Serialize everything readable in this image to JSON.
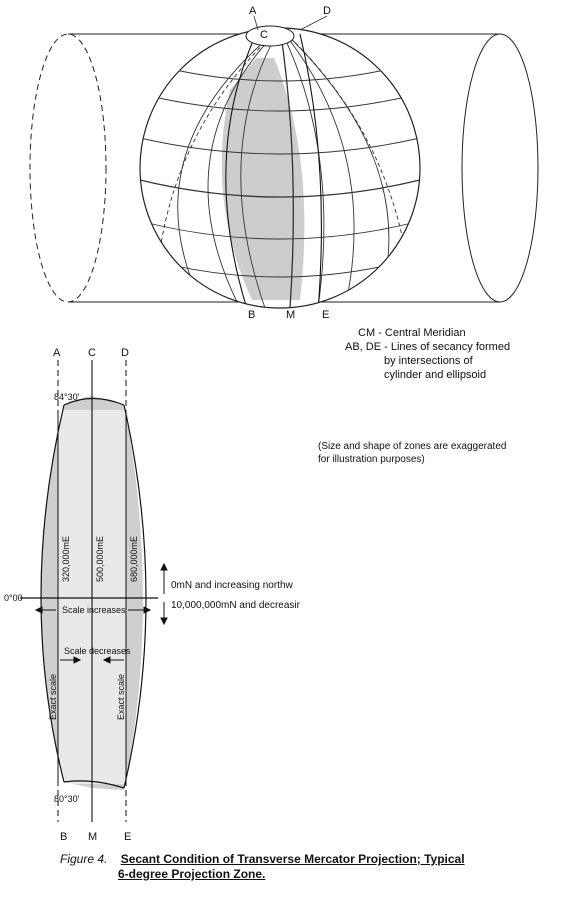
{
  "globe": {
    "labels": {
      "a": "A",
      "d": "D",
      "c": "C",
      "b": "B",
      "m": "M",
      "e": "E"
    }
  },
  "legend": {
    "cm": "CM - Central Meridian",
    "ab_de_line1": "AB, DE - Lines of secancy formed",
    "ab_de_line2": "by intersections of",
    "ab_de_line3": "cylinder and ellipsoid",
    "note_line1": "(Size and shape of zones are exaggerated",
    "note_line2": "for illustration purposes)"
  },
  "zone": {
    "top_labels": {
      "a": "A",
      "c": "C",
      "d": "D"
    },
    "bottom_labels": {
      "b": "B",
      "m": "M",
      "e": "E"
    },
    "lat_north": "84°30'",
    "lat_south": "80°30'",
    "equator": "0°00",
    "easting_left": "320,000mE",
    "easting_center": "500,000mE",
    "easting_right": "680,000mE",
    "north_note": "0mN and increasing northw",
    "south_note": "10,000,000mN and decreasir",
    "scale_increases": "Scale increases",
    "scale_decreases": "Scale decreases",
    "exact_scale_left": "Exact scale",
    "exact_scale_right": "Exact scale"
  },
  "caption": {
    "figure": "Figure 4.",
    "title_line1": "Secant Condition of Transverse Mercator Projection; Typical",
    "title_line2": "6-degree Projection Zone."
  }
}
